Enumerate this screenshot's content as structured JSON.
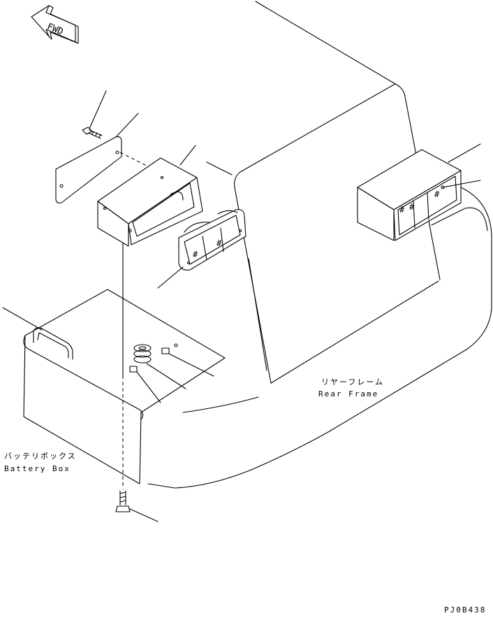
{
  "fwd_label": "FWD",
  "labels": {
    "rear_frame_jp": "リヤーフレーム",
    "rear_frame_en": "Rear Frame",
    "battery_box_jp": "バッテリボックス",
    "battery_box_en": "Battery Box"
  },
  "drawing_number": "PJ0B438",
  "lamp_symbol": "#"
}
